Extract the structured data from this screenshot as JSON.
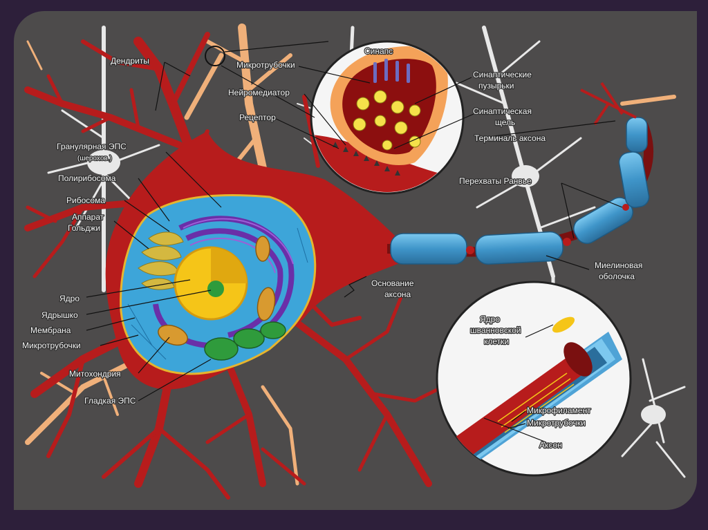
{
  "diagram": {
    "labels": {
      "dendrites": "Дендриты",
      "microtubules_top": "Микротрубочки",
      "neurotransmitter": "Нейромедиатор",
      "receptor": "Рецептор",
      "synapse": "Синапс",
      "synaptic_vesicles_1": "Синаптические",
      "synaptic_vesicles_2": "пузырьки",
      "synaptic_cleft_1": "Синаптическая",
      "synaptic_cleft_2": "щель",
      "axon_terminal": "Терминаль аксона",
      "granular_er_1": "Гранулярная ЭПС",
      "granular_er_2": "(шерохов.)",
      "polyribosome": "Полирибосома",
      "ribosome": "Рибосома",
      "golgi_1": "Аппарат",
      "golgi_2": "Гольджи",
      "nodes_ranvier": "Перехваты Ранвье",
      "myelin_1": "Миелиновая",
      "myelin_2": "оболочка",
      "axon_hillock_1": "Основание",
      "axon_hillock_2": "аксона",
      "nucleus": "Ядро",
      "nucleolus": "Ядрышко",
      "membrane": "Мембрана",
      "microtubules_left": "Микротрубочки",
      "mitochondria": "Митохондрия",
      "smooth_er": "Гладкая ЭПС",
      "schwann_1": "Ядро",
      "schwann_2": "шванновской",
      "schwann_3": "клетки",
      "microfilament": "Микрофиламент",
      "microtubules_axon": "Микротрубочки",
      "axon": "Аксон"
    },
    "colors": {
      "background": "#4d4b4b",
      "frame": "#2d1f3a",
      "neuron": "#b71c1c",
      "cytoplasm": "#3da5d9",
      "er": "#6a2fa8",
      "nucleus": "#f5c518",
      "golgi": "#d4b840",
      "myelin": "#4fa3d6",
      "glia_white": "#e8e8e8",
      "glia_orange": "#f0b07a"
    }
  }
}
